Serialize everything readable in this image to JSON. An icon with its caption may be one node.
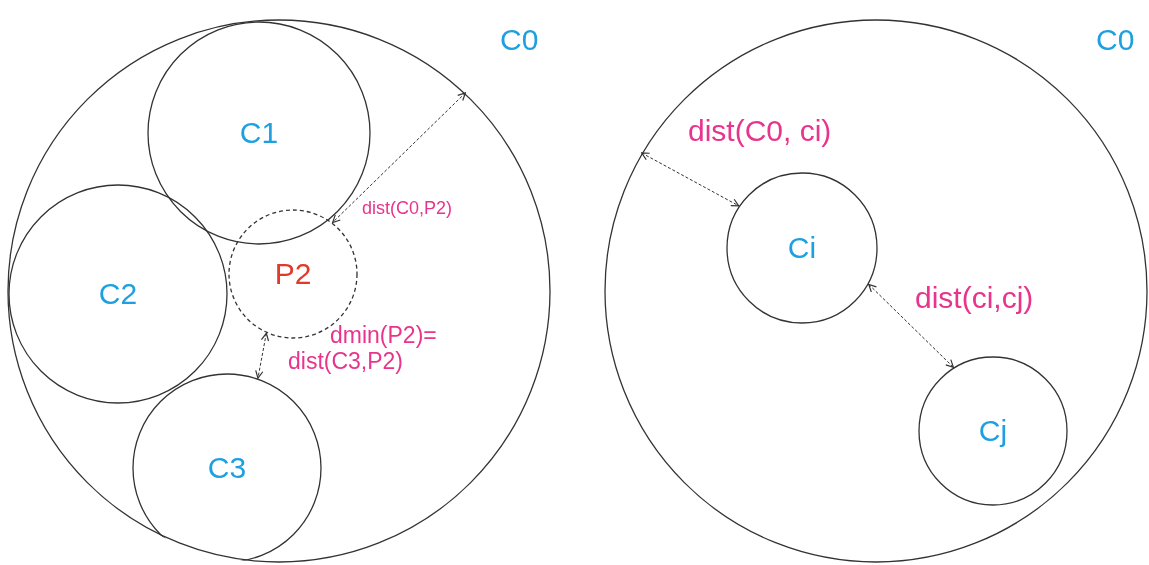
{
  "diagram": {
    "nodes": [
      {
        "text": [
          "C0"
        ]
      },
      {
        "text": [
          "C1"
        ],
        "in": 0
      },
      {
        "text": [
          "C2"
        ],
        "in": 0
      },
      {
        "text": [
          "C3"
        ],
        "in": 0
      },
      {
        "text": [
          "P2"
        ],
        "in": 0
      },
      {
        "text": [
          "C0"
        ]
      },
      {
        "text": [
          "Ci"
        ],
        "in": 5
      },
      {
        "text": [
          "Cj"
        ],
        "in": 5
      }
    ],
    "edges": [
      {
        "from": 0,
        "to": 4,
        "arrow": "both",
        "style": "dashed",
        "label": "dist(C0,P2)"
      },
      {
        "from": 4,
        "to": 3,
        "arrow": "both",
        "style": "dashed",
        "label": "dmin(P2)= dist(C3,P2)"
      },
      {
        "from": 5,
        "to": 6,
        "arrow": "both",
        "style": "dashed",
        "label": "dist(C0, ci)"
      },
      {
        "from": 6,
        "to": 7,
        "arrow": "both",
        "style": "dashed",
        "label": "dist(ci,cj)"
      }
    ]
  }
}
